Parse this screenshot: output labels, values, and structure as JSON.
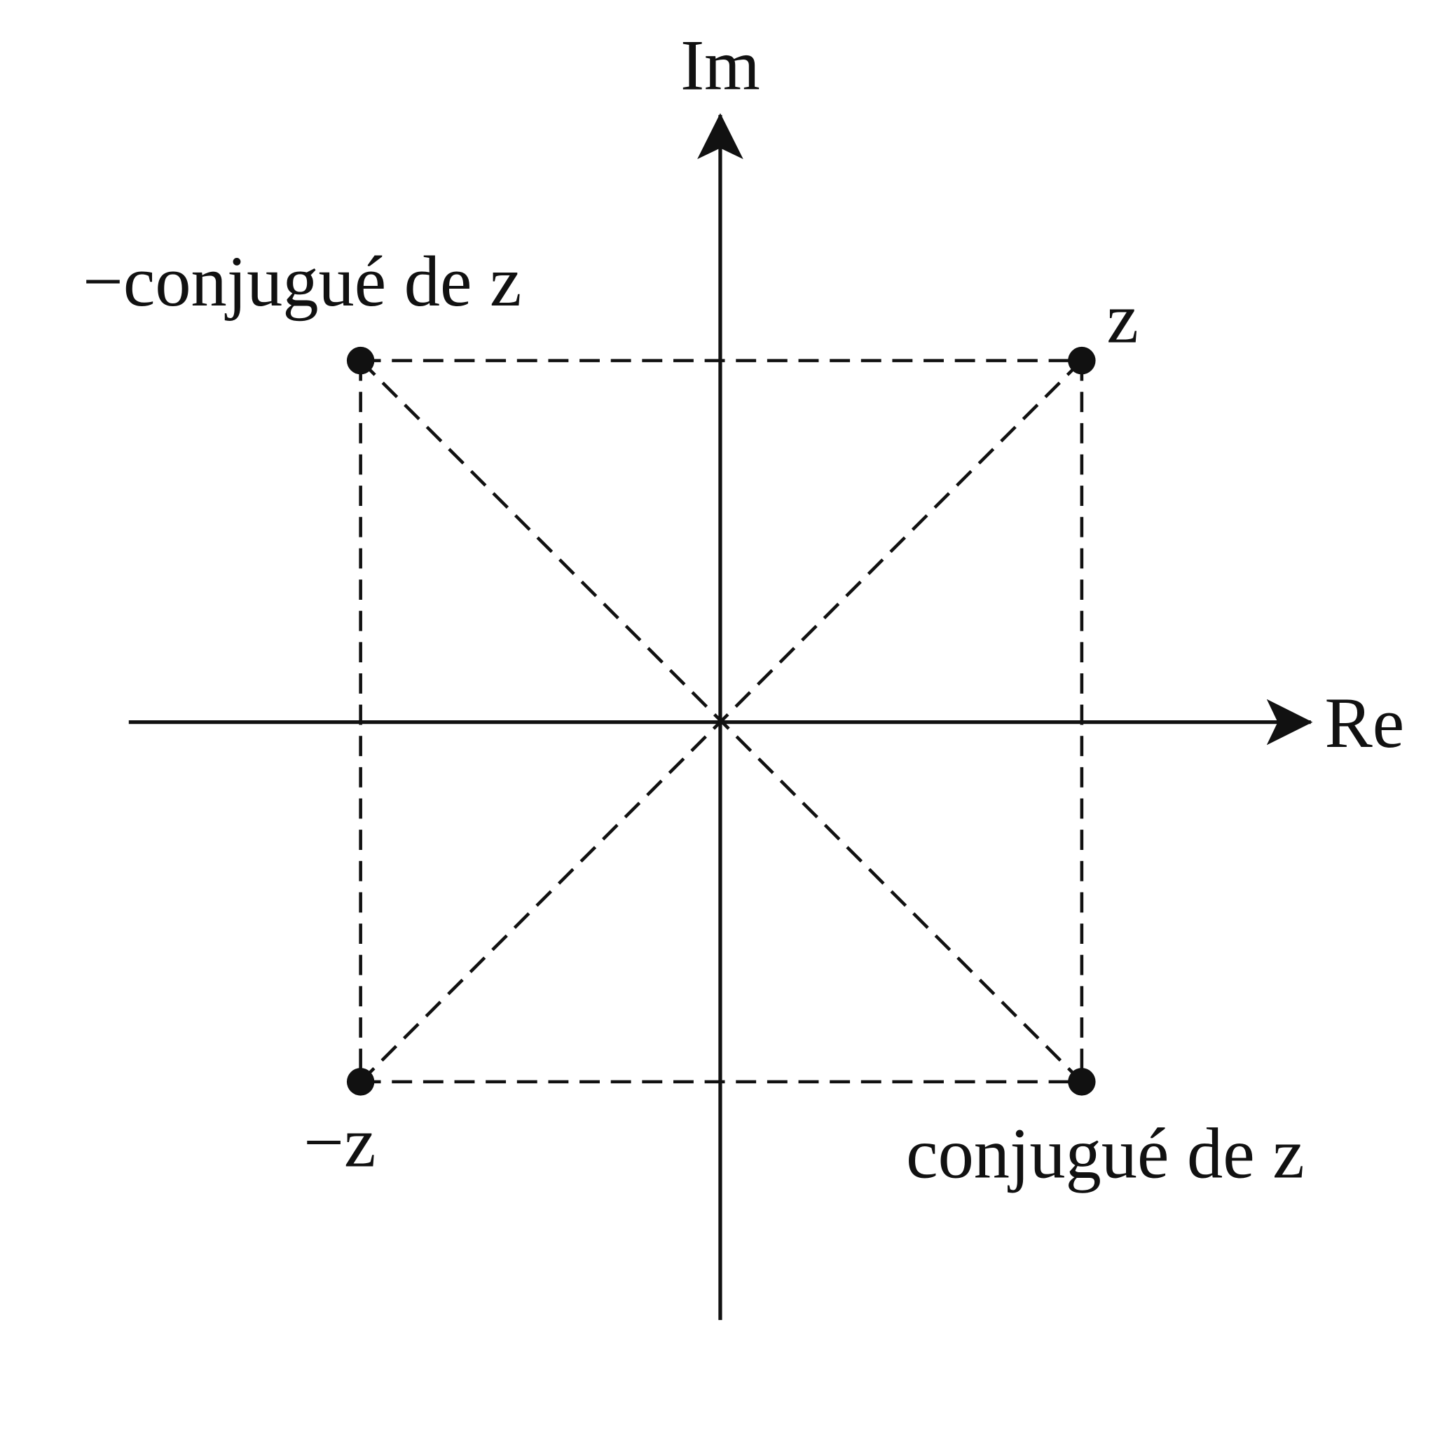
{
  "axes": {
    "real_label": "Re",
    "imaginary_label": "Im"
  },
  "points": {
    "z": {
      "label": "z",
      "re": 1,
      "im": 1
    },
    "neg_z": {
      "label": "−z",
      "re": -1,
      "im": -1
    },
    "conjugate": {
      "label": "conjugué de z",
      "re": 1,
      "im": -1
    },
    "neg_conjugate": {
      "label": "−conjugué de z",
      "re": -1,
      "im": 1
    }
  },
  "colors": {
    "ink": "#111111",
    "background": "#ffffff"
  }
}
